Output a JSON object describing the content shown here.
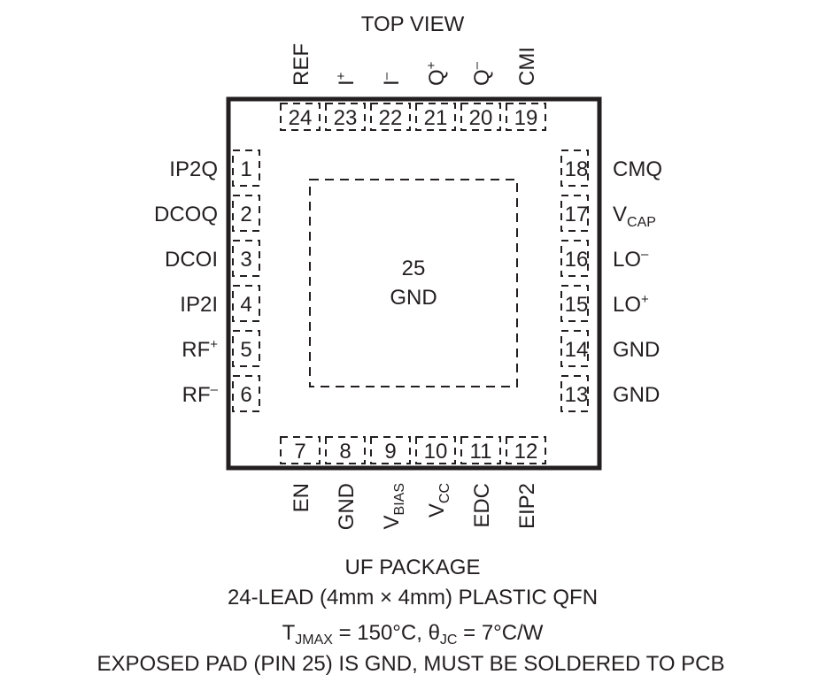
{
  "title": "TOP VIEW",
  "pins": {
    "left": [
      {
        "num": "1",
        "label": "IP2Q"
      },
      {
        "num": "2",
        "label": "DCOQ"
      },
      {
        "num": "3",
        "label": "DCOI"
      },
      {
        "num": "4",
        "label": "IP2I"
      },
      {
        "num": "5",
        "label": "RF",
        "sup": "+"
      },
      {
        "num": "6",
        "label": "RF",
        "sup": "–"
      }
    ],
    "bottom": [
      {
        "num": "7",
        "label": "EN"
      },
      {
        "num": "8",
        "label": "GND"
      },
      {
        "num": "9",
        "label": "V",
        "sub": "BIAS"
      },
      {
        "num": "10",
        "label": "V",
        "sub": "CC"
      },
      {
        "num": "11",
        "label": "EDC"
      },
      {
        "num": "12",
        "label": "EIP2"
      }
    ],
    "right": [
      {
        "num": "13",
        "label": "GND"
      },
      {
        "num": "14",
        "label": "GND"
      },
      {
        "num": "15",
        "label": "LO",
        "sup": "+"
      },
      {
        "num": "16",
        "label": "LO",
        "sup": "–"
      },
      {
        "num": "17",
        "label": "V",
        "sub": "CAP"
      },
      {
        "num": "18",
        "label": "CMQ"
      }
    ],
    "top": [
      {
        "num": "19",
        "label": "CMI"
      },
      {
        "num": "20",
        "label": "Q",
        "sup": "–"
      },
      {
        "num": "21",
        "label": "Q",
        "sup": "+"
      },
      {
        "num": "22",
        "label": "I",
        "sup": "–"
      },
      {
        "num": "23",
        "label": "I",
        "sup": "+"
      },
      {
        "num": "24",
        "label": "REF"
      }
    ]
  },
  "exposed_pad": {
    "num": "25",
    "label": "GND"
  },
  "footer": {
    "package": "UF PACKAGE",
    "lead": "24-LEAD (4mm × 4mm) PLASTIC QFN",
    "tj_prefix": "T",
    "tj_sub": "JMAX",
    "tj_mid": " = 150°C, θ",
    "tj_sub2": "JC",
    "tj_suffix": " = 7°C/W",
    "note": "EXPOSED PAD (PIN 25) IS GND, MUST BE SOLDERED TO PCB"
  }
}
